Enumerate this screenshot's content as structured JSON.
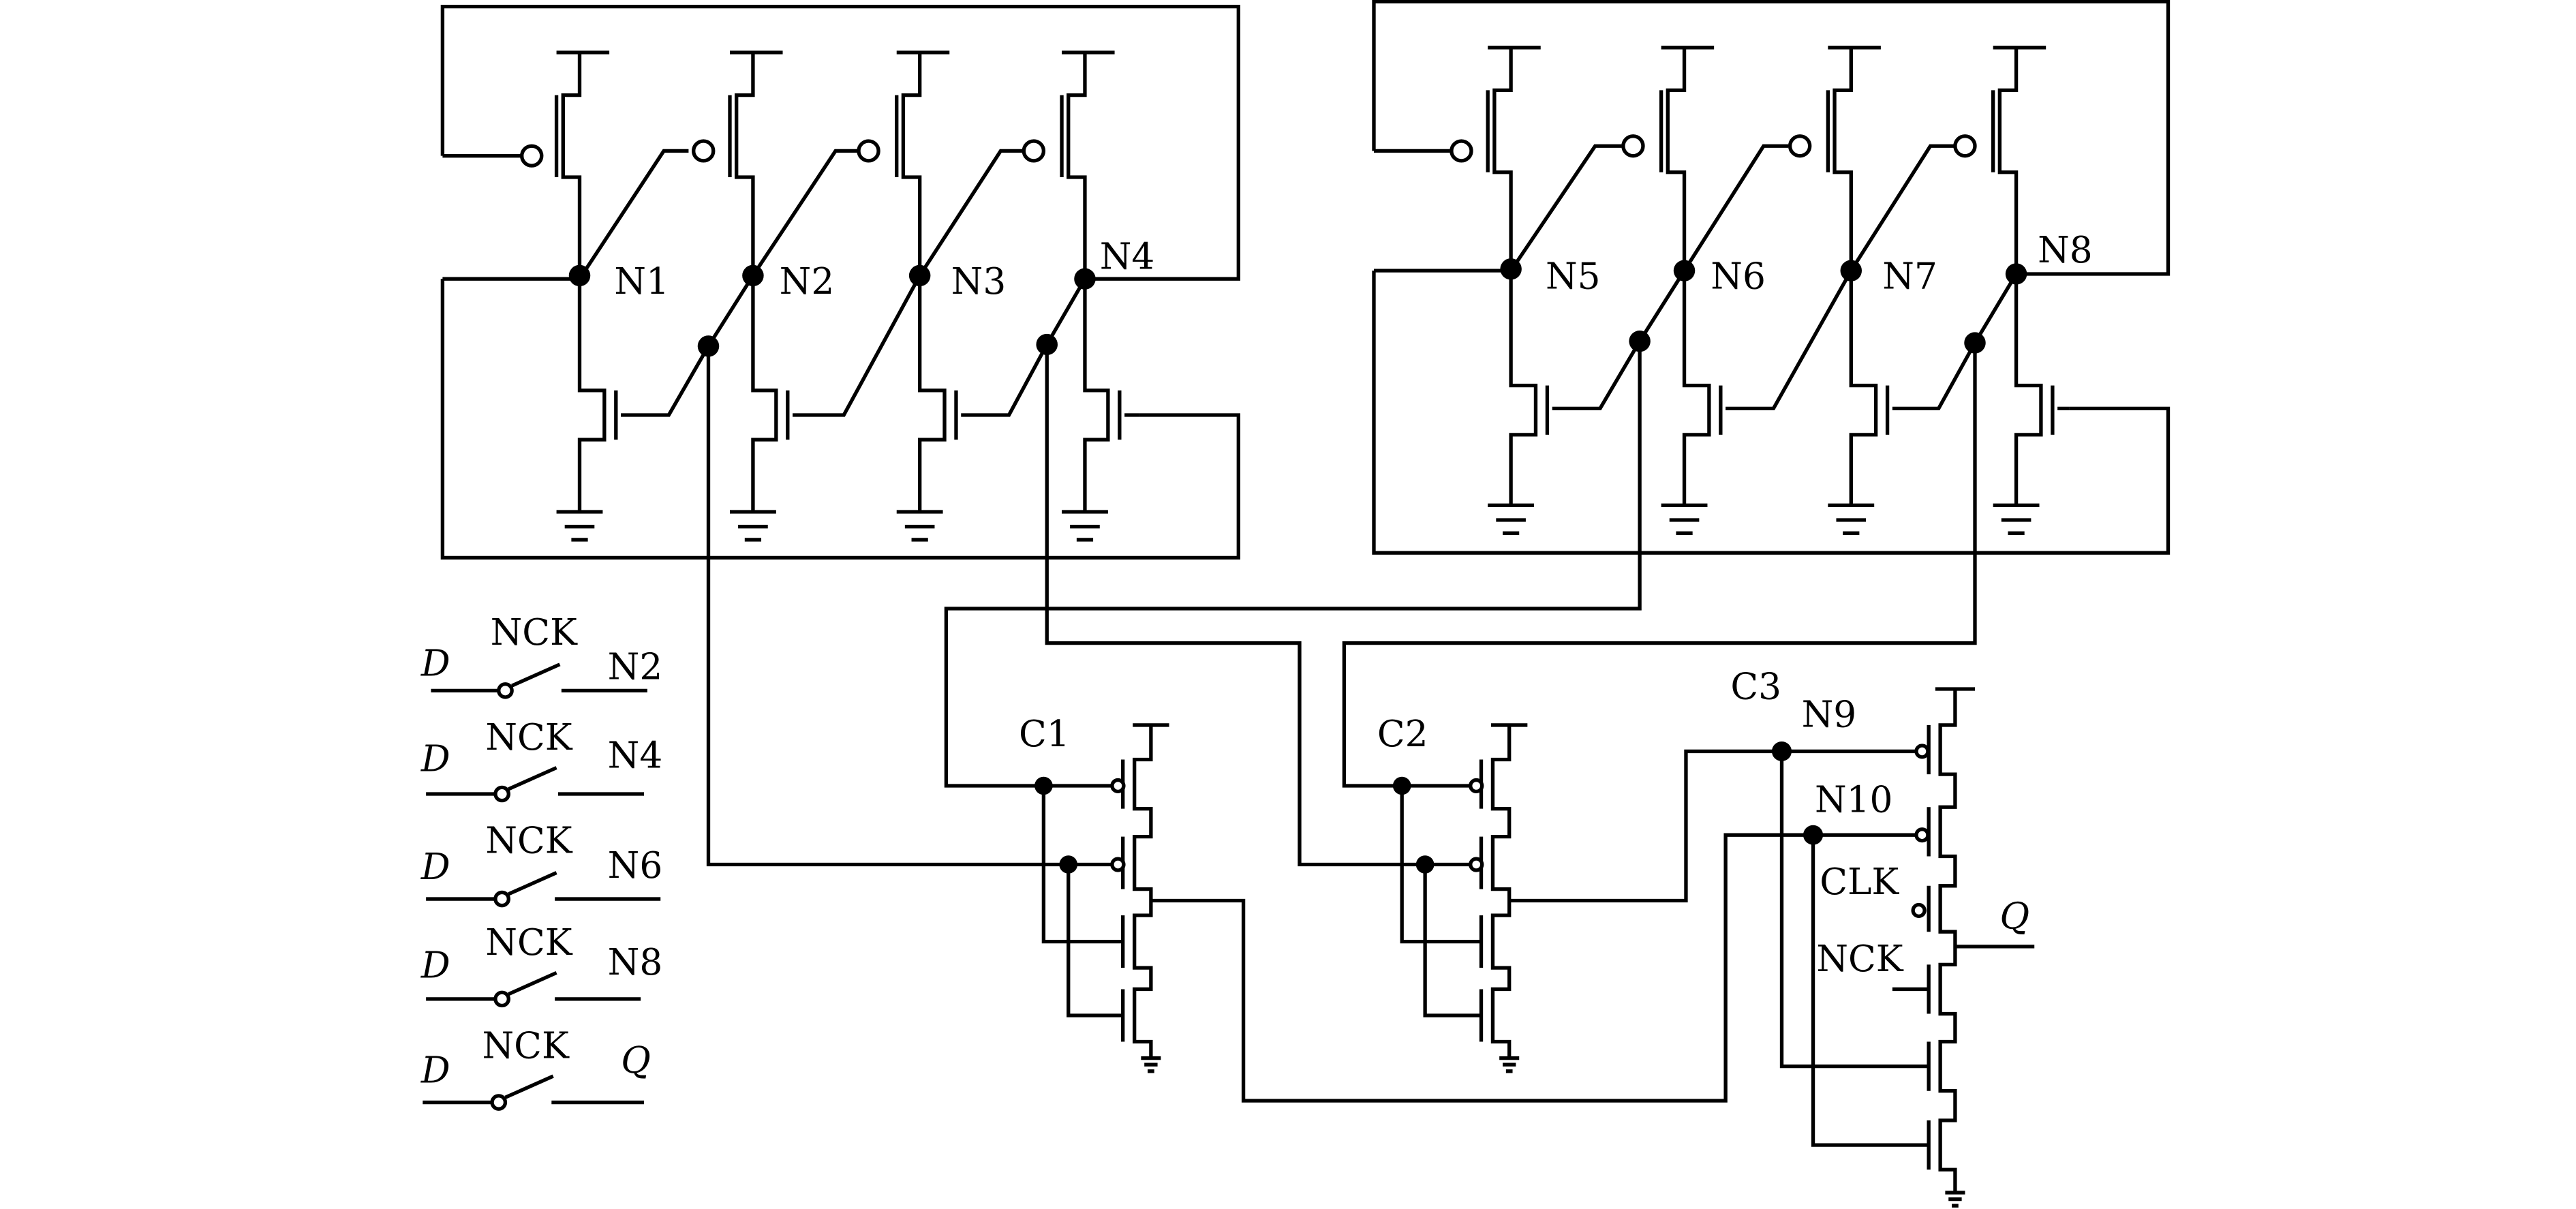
{
  "labels": {
    "n1": "N1",
    "n2": "N2",
    "n3": "N3",
    "n4": "N4",
    "n5": "N5",
    "n6": "N6",
    "n7": "N7",
    "n8": "N8",
    "n9": "N9",
    "n10": "N10",
    "c1": "C1",
    "c2": "C2",
    "c3": "C3",
    "clk": "CLK",
    "nck": "NCK",
    "q": "Q"
  },
  "switches": [
    {
      "input": "D",
      "control": "NCK",
      "output": "N2"
    },
    {
      "input": "D",
      "control": "NCK",
      "output": "N4"
    },
    {
      "input": "D",
      "control": "NCK",
      "output": "N6"
    },
    {
      "input": "D",
      "control": "NCK",
      "output": "N8"
    },
    {
      "input": "D",
      "control": "NCK",
      "output": "Q"
    }
  ]
}
